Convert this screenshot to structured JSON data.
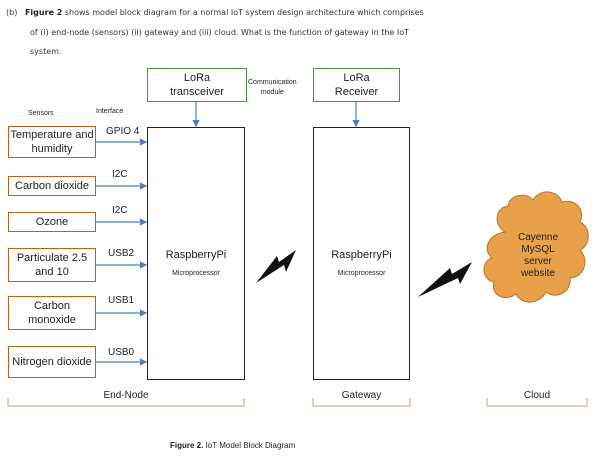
{
  "question": {
    "prefix": "(b)",
    "bold": "Figure 2",
    "line1_rest": " shows model block diagram for a normal IoT system design architecture which comprises",
    "line2": "of (i) end-node (sensors) (ii) gateway and (iii) cloud.  What is the function of gateway in the IoT",
    "line3": "system."
  },
  "headers": {
    "sensors": "Sensors",
    "interface": "Interface",
    "communication_module": "Communication\nmodule"
  },
  "lora": {
    "transceiver": "LoRa\ntransceiver",
    "receiver": "LoRa\nReceiver"
  },
  "sensors": [
    {
      "label": "Temperature and humidity",
      "interface": "GPIO 4"
    },
    {
      "label": "Carbon dioxide",
      "interface": "I2C"
    },
    {
      "label": "Ozone",
      "interface": "I2C"
    },
    {
      "label": "Particulate 2.5 and 10",
      "interface": "USB2"
    },
    {
      "label": "Carbon monoxide",
      "interface": "USB1"
    },
    {
      "label": "Nitrogen dioxide",
      "interface": "USB0"
    }
  ],
  "end_node_pi": {
    "title": "RaspberryPi",
    "subtitle": "Microprocessor"
  },
  "gateway_pi": {
    "title": "RaspberryPi",
    "subtitle": "Microprocessor"
  },
  "cloud": {
    "text": "Cayenne\nMySQL\nserver\nwebsite",
    "color": "#e8a04a"
  },
  "sections": {
    "end_node": "End-Node",
    "gateway": "Gateway",
    "cloud": "Cloud"
  },
  "caption": {
    "bold": "Figure 2.",
    "text": " IoT Model Block Diagram"
  },
  "colors": {
    "sensor_border": "#b5651d",
    "lora_border": "#4f8f3a",
    "arrow": "#4a7fc1"
  }
}
